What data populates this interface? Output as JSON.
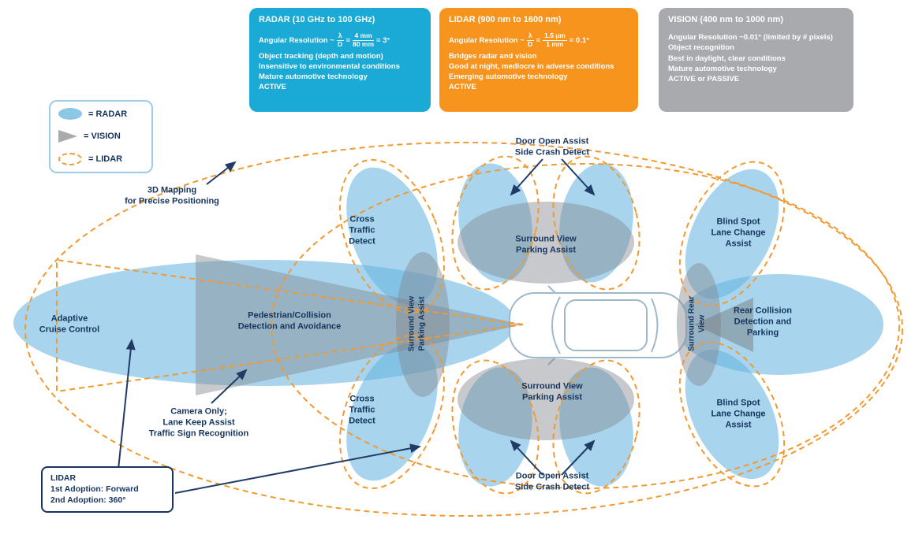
{
  "colors": {
    "radar_blue": "#8CC7E6",
    "vision_gray": "#9DA0A4",
    "lidar_orange": "#F2992F",
    "navy_text": "#16355E",
    "radar_box": "#1BAAD6",
    "lidar_box": "#F7941E",
    "vision_box": "#A8AAAD"
  },
  "info_boxes": {
    "radar": {
      "title": "RADAR (10 GHz to 100 GHz)",
      "ang_prefix": "Angular Resolution ~",
      "frac1_num": "λ",
      "frac1_den": "D",
      "eq1": "=",
      "frac2_num": "4 mm",
      "frac2_den": "80 mm",
      "result": "= 3°",
      "lines": [
        "Object tracking (depth and motion)",
        "Insensitive to environmental conditions",
        "Mature automotive technology",
        "ACTIVE"
      ]
    },
    "lidar": {
      "title": "LIDAR (900 nm to 1600 nm)",
      "ang_prefix": "Angular Resolution ~",
      "frac1_num": "λ",
      "frac1_den": "D",
      "eq1": "=",
      "frac2_num": "1.5 µm",
      "frac2_den": "1 mm",
      "result": "= 0.1°",
      "lines": [
        "Bridges radar and vision",
        "Good at night, mediocre in adverse conditions",
        "Emerging automotive technology",
        "ACTIVE"
      ]
    },
    "vision": {
      "title": "VISION (400 nm to 1000 nm)",
      "lines": [
        "Angular Resolution ~0.01° (limited by # pixels)",
        "Object recognition",
        "Best in daylight, clear conditions",
        "Mature automotive technology",
        "ACTIVE or PASSIVE"
      ]
    }
  },
  "legend": {
    "items": [
      {
        "icon": "radar-ellipse-icon",
        "label": "= RADAR"
      },
      {
        "icon": "vision-triangle-icon",
        "label": "= VISION"
      },
      {
        "icon": "lidar-dashed-ellipse-icon",
        "label": "= LIDAR"
      }
    ]
  },
  "labels": {
    "mapping_3d": "3D Mapping\nfor Precise Positioning",
    "door_open_top": "Door Open Assist\nSide Crash Detect",
    "door_open_bottom": "Door Open Assist\nSide Crash Detect",
    "cross_traffic_top": "Cross\nTraffic\nDetect",
    "cross_traffic_bottom": "Cross\nTraffic\nDetect",
    "surround_view_top": "Surround View\nParking Assist",
    "surround_view_bottom": "Surround View\nParking Assist",
    "surround_view_front": "Surround View\nParking Assist",
    "surround_rear_view": "Surround Rear\nView",
    "blind_spot_top": "Blind Spot\nLane Change\nAssist",
    "blind_spot_bottom": "Blind Spot\nLane Change\nAssist",
    "adaptive_cruise": "Adaptive\nCruise Control",
    "pedestrian": "Pedestrian/Collision\nDetection and Avoidance",
    "rear_collision": "Rear Collision\nDetection and\nParking",
    "camera_only": "Camera Only;\nLane Keep Assist\nTraffic Sign Recognition",
    "lidar_callout": "LIDAR\n1st Adoption: Forward\n2nd Adoption: 360°"
  }
}
